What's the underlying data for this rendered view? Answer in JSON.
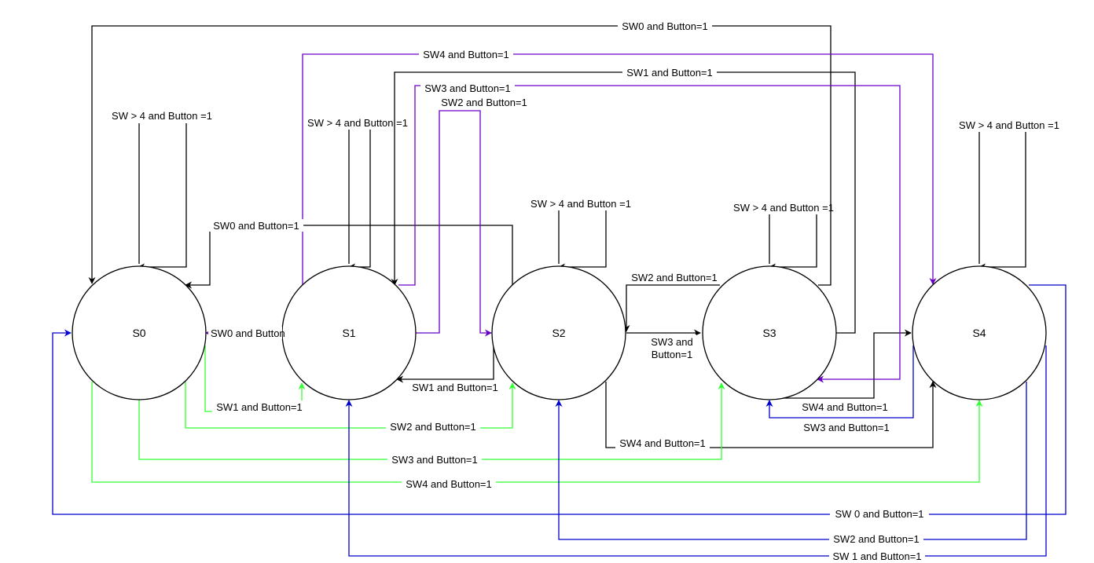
{
  "states": [
    {
      "id": "s0",
      "label": "S0"
    },
    {
      "id": "s1",
      "label": "S1"
    },
    {
      "id": "s2",
      "label": "S2"
    },
    {
      "id": "s3",
      "label": "S3"
    },
    {
      "id": "s4",
      "label": "S4"
    }
  ],
  "colors": {
    "black": "#000000",
    "purple": "#6a00c8",
    "green": "#33ff33",
    "blue": "#0000cc"
  },
  "transitions": {
    "s0_self": "SW > 4 and Button =1",
    "s1_self": "SW > 4 and Button =1",
    "s2_self": "SW > 4 and Button =1",
    "s3_self": "SW > 4 and Button =1",
    "s4_self": "SW > 4 and Button =1",
    "s3_to_s0": "SW0 and Button=1",
    "s1_to_s4": "SW4 and Button=1",
    "s3_to_s1": "SW1 and Button=1",
    "s1_to_s3": "SW3 and Button=1",
    "s1_to_s2": "SW2 and Button=1",
    "s2_to_s0": "SW0 and Button=1",
    "s1_to_s0": "SW0 and Button",
    "s0_to_s1": "SW1 and Button=1",
    "s2_to_s1": "SW1 and Button=1",
    "s3_to_s2": "SW2 and Button=1",
    "s2_to_s3": "SW3 and Button=1",
    "s0_to_s2": "SW2 and Button=1",
    "s3_to_s4": "SW4 and Button=1",
    "s4_to_s3": "SW3 and Button=1",
    "s2_to_s4": "SW4 and Button=1",
    "s0_to_s3": "SW3 and Button=1",
    "s0_to_s4": "SW4 and Button=1",
    "s4_to_s0": "SW 0 and Button=1",
    "s4_to_s2": "SW2 and Button=1",
    "s4_to_s1": "SW 1 and Button=1"
  }
}
